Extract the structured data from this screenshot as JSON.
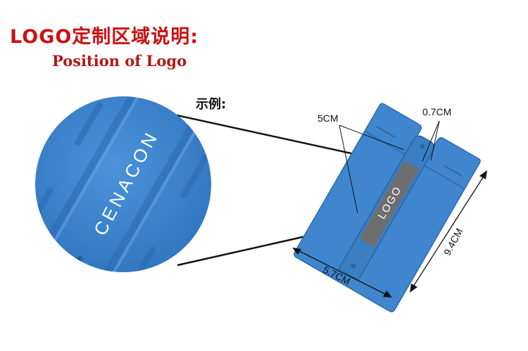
{
  "header": {
    "title_cn": "LOGO定制区域说明:",
    "title_en": "Position of Logo"
  },
  "example_label": "示例:",
  "zoom": {
    "logo_text": "CENACON"
  },
  "product": {
    "logo_text": "LOGO",
    "dimensions": {
      "logo_width": "5CM",
      "logo_height": "0.7CM",
      "card_width": "5.7CM",
      "card_height": "9.4CM"
    }
  },
  "colors": {
    "title": "#cc1111",
    "product_blue": "#3f86cf",
    "logo_area": "#6e6e6e"
  }
}
